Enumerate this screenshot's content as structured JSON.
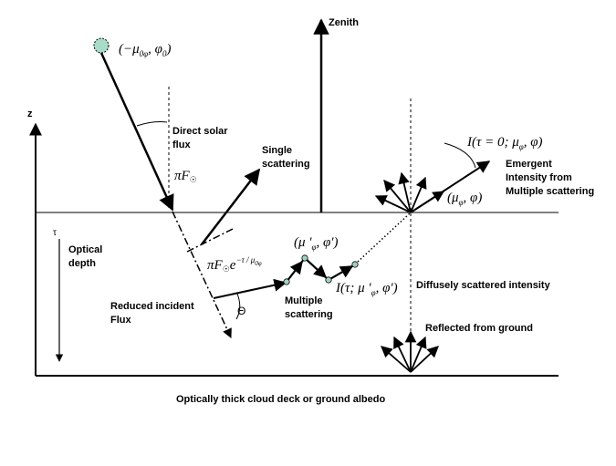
{
  "labels": {
    "zenith": "Zenith",
    "z_axis": "z",
    "tau_axis": "τ",
    "optical_depth_1": "Optical",
    "optical_depth_2": "depth",
    "direct_solar_1": "Direct solar",
    "direct_solar_2": "flux",
    "single_scatter_1": "Single",
    "single_scatter_2": "scattering",
    "emergent_1": "Emergent",
    "emergent_2": "Intensity from",
    "emergent_3": "Multiple scattering",
    "reduced_1": "Reduced incident",
    "reduced_2": "Flux",
    "multiple_1": "Multiple",
    "multiple_2": "scattering",
    "diffuse": "Diffusely scattered intensity",
    "reflected": "Reflected from ground",
    "bottom": "Optically thick cloud deck or ground albedo",
    "theta": "Θ"
  },
  "math": {
    "sun_pos": "(−μ",
    "sun_sub": "0φ",
    "sun_rest": ", φ",
    "sun_sub2": "0",
    "sun_close": ")",
    "piF": "πF",
    "sun_sym": "☉",
    "emergent_I": "I(τ = 0; μ",
    "emergent_sub": "φ",
    "emergent_rest": ", φ)",
    "mu_phi": "(μ",
    "mu_phi_sub": "φ",
    "mu_phi_rest": ", φ)",
    "mu_prime": "(μ '",
    "mu_prime_sub": "φ",
    "mu_prime_rest": ", φ')",
    "reduced_piF": "πF",
    "reduced_exp": "e",
    "reduced_pow": "−τ / μ",
    "reduced_pow_sub": "0φ",
    "diffuse_I": "I(τ; μ '",
    "diffuse_sub": "φ",
    "diffuse_rest": ", φ')"
  },
  "colors": {
    "sun_fill": "#a8dcc8",
    "node_fill": "#9fd3c0",
    "line": "#000000"
  }
}
